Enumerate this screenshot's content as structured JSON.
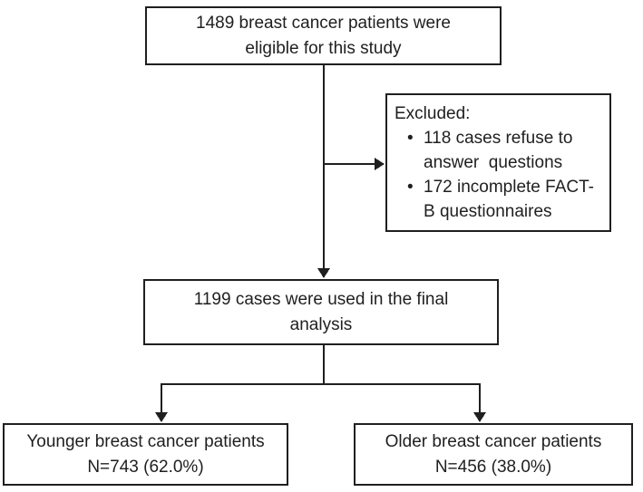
{
  "flowchart": {
    "colors": {
      "line": "#1f1f1f",
      "text": "#1f1f1f",
      "box_background": "#ffffff"
    },
    "eligible": {
      "text": "1489 breast cancer patients were\neligible for this study"
    },
    "excluded": {
      "title": "Excluded:",
      "bullet_icon": "•",
      "items": [
        "118 cases refuse to\nanswer  questions",
        "172 incomplete FACT-\nB questionnaires"
      ]
    },
    "final": {
      "text": "1199 cases were used in the final\nanalysis"
    },
    "younger": {
      "text": "Younger breast cancer patients\nN=743 (62.0%)"
    },
    "older": {
      "text": "Older breast cancer patients\nN=456 (38.0%)"
    }
  }
}
